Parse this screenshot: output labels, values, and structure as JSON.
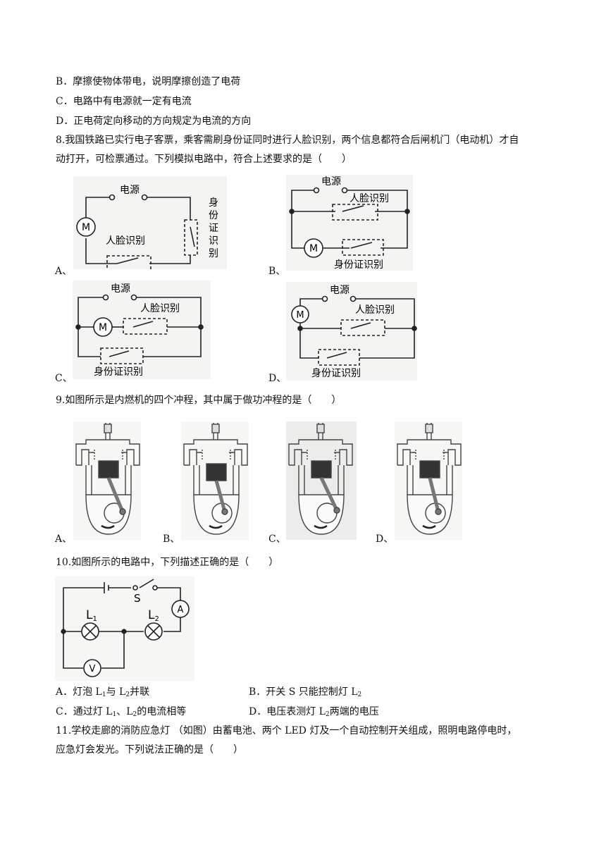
{
  "q7": {
    "b": "B．摩擦使物体带电，说明摩擦创造了电荷",
    "c": "C．电路中有电源就一定有电流",
    "d": "D．正电荷定向移动的方向规定为电流的方向"
  },
  "q8": {
    "line1": "8.我国铁路已实行电子客票，乘客需刷身份证同时进行人脸识别，两个信息都符合后闸机门（电动机）才自",
    "line2": "动打开，可检票通过。下列模拟电路中，符合上述要求的是（　　）",
    "options": [
      "A、",
      "B、",
      "C、",
      "D、"
    ],
    "circuit_labels": {
      "source": "电源",
      "face": "人脸识别",
      "id": "身份证识别",
      "id_vertical": [
        "身",
        "份",
        "证",
        "识",
        "别"
      ],
      "motor": "M"
    }
  },
  "q9": {
    "stem": "9.如图所示是内燃机的四个冲程，其中属于做功冲程的是（　　）",
    "options": [
      "A、",
      "B、",
      "C、",
      "D、"
    ]
  },
  "q10": {
    "stem": "10.如图所示的电路中，下列描述正确的是（　　）",
    "circuit": {
      "switch": "S",
      "ammeter": "A",
      "voltmeter": "V",
      "l1": "L",
      "l1_sub": "1",
      "l2": "L",
      "l2_sub": "2"
    },
    "a_pre": "A．灯泡 L",
    "a_s1": "1",
    "a_mid": "与 L",
    "a_s2": "2",
    "a_post": "并联",
    "b_pre": "B．开关 S 只能控制灯  L",
    "b_s": "2",
    "c_pre": "C．通过灯 L",
    "c_s1": "1",
    "c_mid": "、L",
    "c_s2": "2",
    "c_post": "的电流相等",
    "d_pre": "D．电压表测灯 L",
    "d_s": "2",
    "d_post": "两端的电压"
  },
  "q11": {
    "line1": "11.学校走廊的消防应急灯  （如图）由蓄电池、两个 LED  灯及一个自动控制开关组成，照明电路停电时，",
    "line2": "应急灯会发光。下列说法正确的是（　　）"
  }
}
